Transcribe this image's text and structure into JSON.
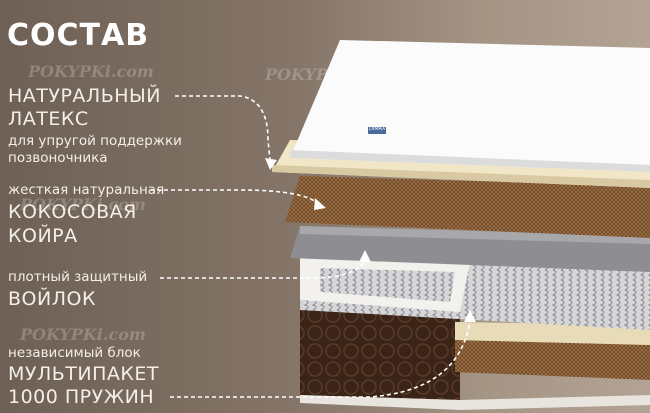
{
  "title": "СОСТАВ",
  "watermark": "POKYPKi.com",
  "brand_tag": "DIMAX",
  "labels": [
    {
      "heading": [
        "НАТУРАЛЬНЫЙ",
        "ЛАТЕКС"
      ],
      "sub": [
        "для упругой поддержки",
        "позвоночника"
      ]
    },
    {
      "sub": [
        "жесткая натуральная"
      ],
      "heading": [
        "КОКОСОВАЯ",
        "КОЙРА"
      ]
    },
    {
      "sub": [
        "плотный защитный"
      ],
      "heading": [
        "ВОЙЛОК"
      ]
    },
    {
      "sub": [
        "независимый блок"
      ],
      "heading": [
        "МУЛЬТИПАКЕТ",
        "1000 ПРУЖИН"
      ]
    }
  ]
}
